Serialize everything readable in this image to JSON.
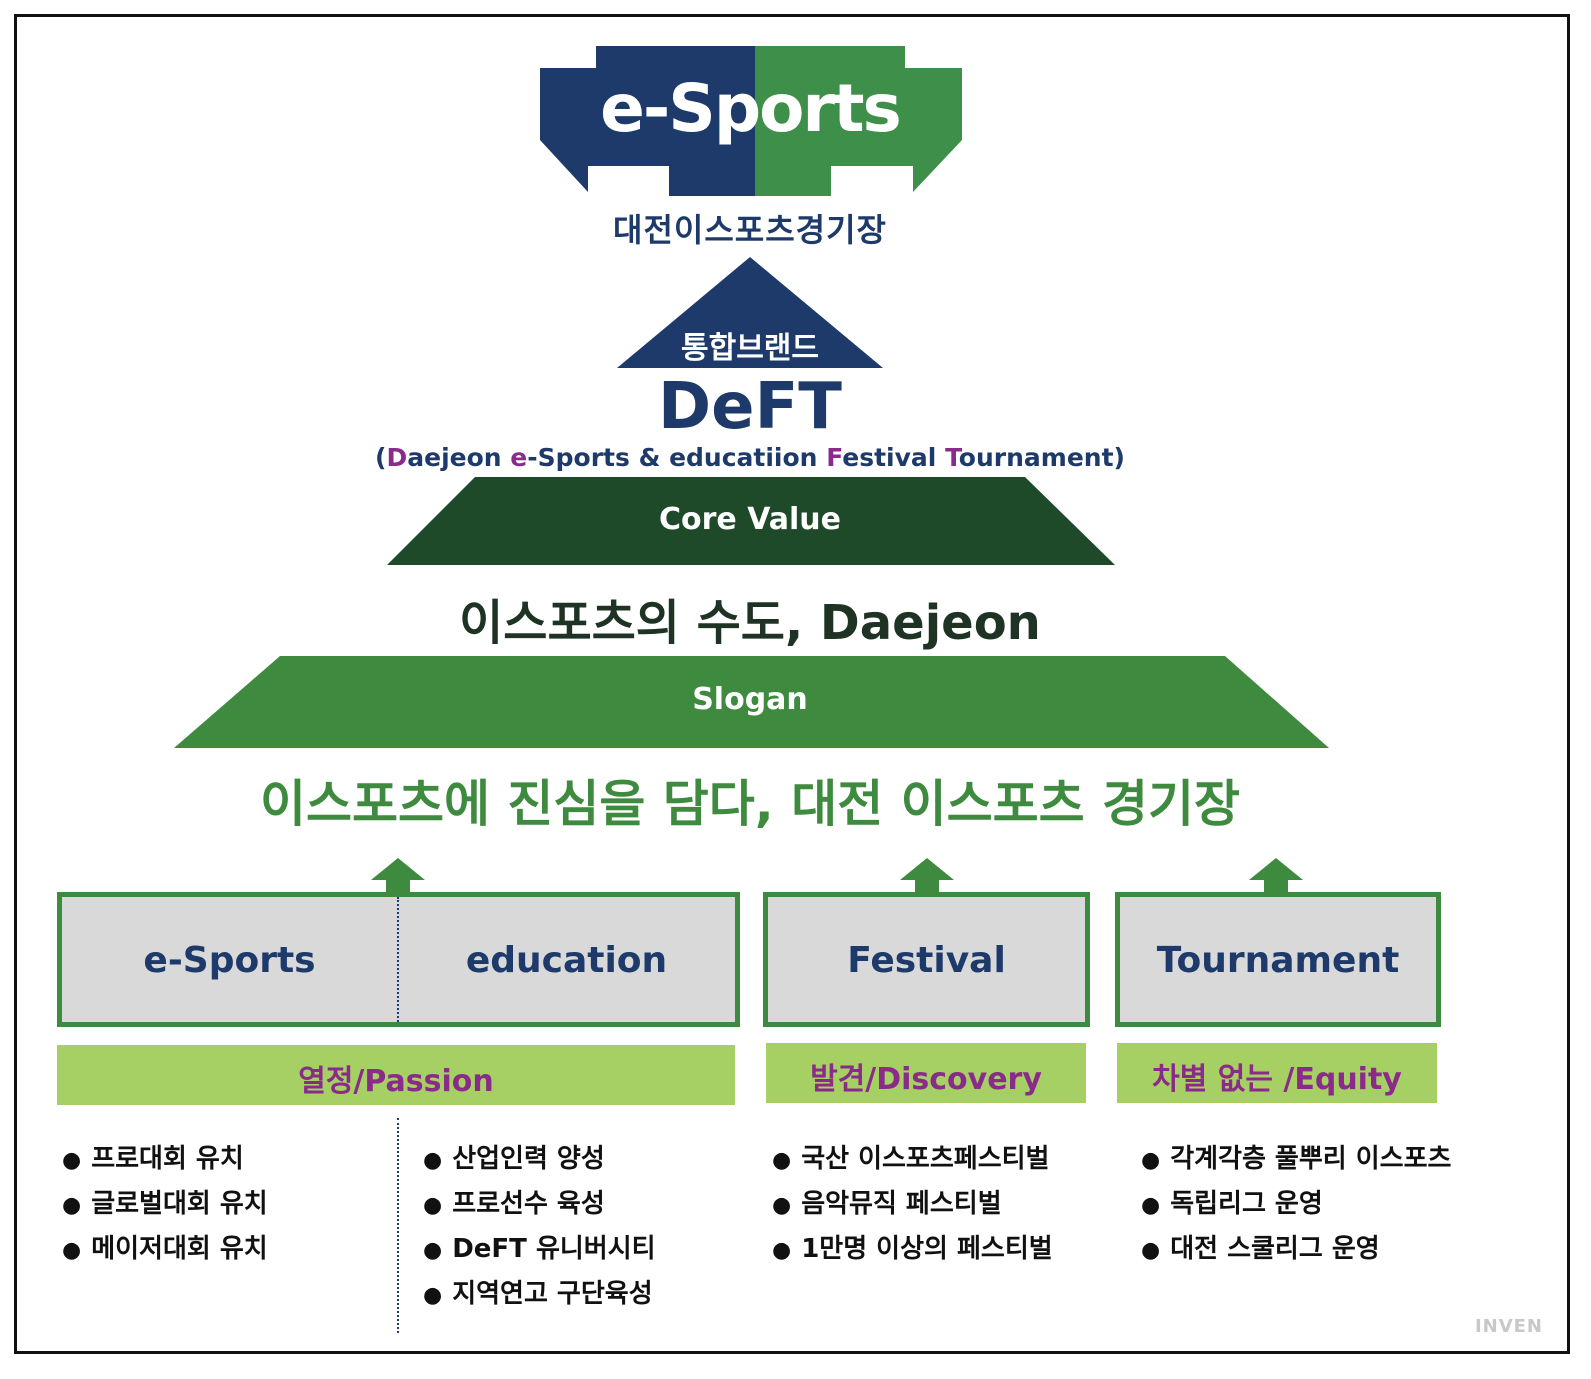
{
  "logo": {
    "wordmark": "e-Sports",
    "venue": "대전이스포츠경기장"
  },
  "brand": {
    "triangle_label": "통합브랜드",
    "name": "DeFT",
    "full_name_parts": [
      {
        "text": "(",
        "hl": false
      },
      {
        "text": "D",
        "hl": true
      },
      {
        "text": "aejeon ",
        "hl": false
      },
      {
        "text": "e",
        "hl": true
      },
      {
        "text": "-Sports & ",
        "hl": false
      },
      {
        "text": "educatiion ",
        "hl": false
      },
      {
        "text": "F",
        "hl": true
      },
      {
        "text": "estival ",
        "hl": false
      },
      {
        "text": "T",
        "hl": true
      },
      {
        "text": "ournament)",
        "hl": false
      }
    ]
  },
  "core": {
    "label": "Core Value",
    "value": "이스포츠의 수도, Daejeon"
  },
  "slogan": {
    "label": "Slogan",
    "value": "이스포츠에 진심을 담다, 대전 이스포츠 경기장"
  },
  "pillars": {
    "box1_left": "e-Sports",
    "box1_right": "education",
    "box2": "Festival",
    "box3": "Tournament"
  },
  "values": {
    "passion": "열정/Passion",
    "discovery": "발견/Discovery",
    "equity": "차별 없는 /Equity"
  },
  "lists": {
    "esports": [
      "프로대회 유치",
      "글로벌대회 유치",
      "메이저대회 유치"
    ],
    "education": [
      "산업인력 양성",
      "프로선수 육성",
      "DeFT 유니버시티",
      "지역연고 구단육성"
    ],
    "festival": [
      "국산 이스포츠페스티벌",
      "음악뮤직 페스티벌",
      "1만명 이상의 페스티벌"
    ],
    "tournament": [
      "각계각층 풀뿌리 이스포츠",
      "독립리그 운영",
      "대전 스쿨리그 운영"
    ]
  },
  "watermark": "INVEN",
  "colors": {
    "navy": "#1d3a6a",
    "green": "#3e8a3e",
    "dark_green": "#1f4a2a",
    "light_green": "#a6cf64",
    "purple": "#8a2a8a"
  }
}
